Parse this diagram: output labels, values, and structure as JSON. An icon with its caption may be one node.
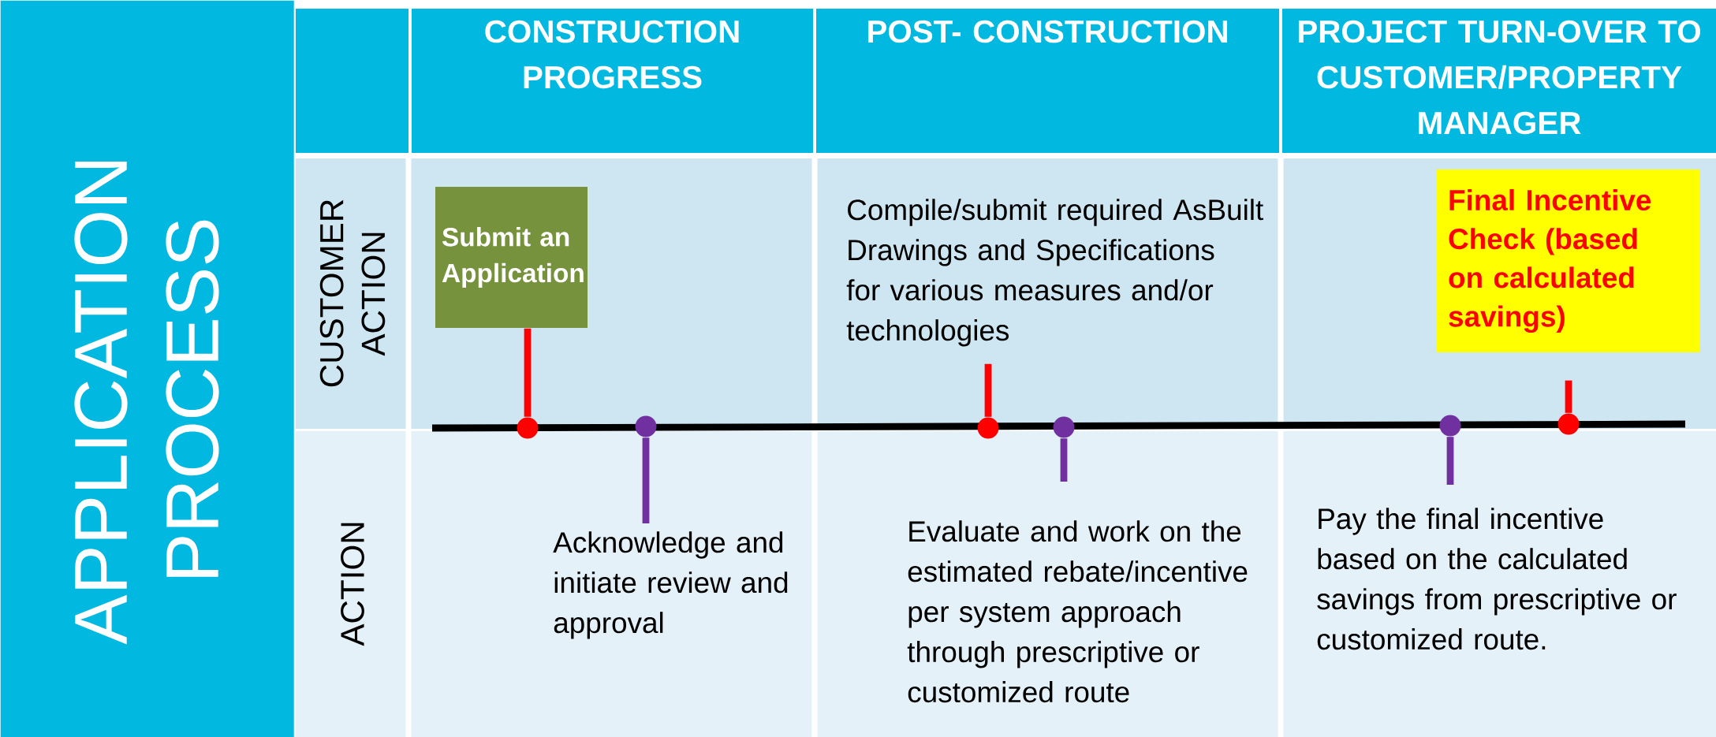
{
  "diagram": {
    "nodes": [
      {
        "text": [
          "APPLICATION PROCESS"
        ]
      },
      {
        "text": [
          "CONSTRUCTION PROGRESS"
        ]
      },
      {
        "text": [
          "POST- CONSTRUCTION"
        ]
      },
      {
        "text": [
          "PROJECT TURN-OVER TO CUSTOMER/PROPERTY MANAGER"
        ]
      },
      {
        "text": [
          "CUSTOMER ACTION"
        ]
      },
      {
        "text": [
          "ACTION"
        ]
      },
      {
        "text": [
          "Submit an Application"
        ]
      },
      {
        "text": [
          "Compile/submit required AsBuilt Drawings and Specifications for various measures and/or technologies"
        ]
      },
      {
        "text": [
          "Final Incentive Check (based on calculated savings)"
        ]
      },
      {
        "text": [
          "Acknowledge and initiate review and approval"
        ]
      },
      {
        "text": [
          "Evaluate and work on the estimated rebate/incentive per system approach through prescriptive or customized route"
        ]
      },
      {
        "text": [
          "Pay the final incentive based on the calculated savings from prescriptive or customized route."
        ]
      },
      {
        "text": [],
        "shape": "circle"
      },
      {
        "text": [],
        "shape": "circle"
      },
      {
        "text": [],
        "shape": "circle"
      },
      {
        "text": [],
        "shape": "circle"
      },
      {
        "text": [],
        "shape": "circle"
      },
      {
        "text": [],
        "shape": "circle"
      }
    ],
    "edges": [
      {
        "from": 12,
        "to": 6,
        "arrow": "none",
        "color": "#ff0000"
      },
      {
        "from": 13,
        "to": 9,
        "arrow": "none",
        "color": "#7030a0"
      },
      {
        "from": 14,
        "to": 7,
        "arrow": "none",
        "color": "#ff0000"
      },
      {
        "from": 15,
        "to": 10,
        "arrow": "none",
        "color": "#7030a0"
      },
      {
        "from": 16,
        "to": 11,
        "arrow": "none",
        "color": "#7030a0"
      },
      {
        "from": 17,
        "to": 8,
        "arrow": "none",
        "color": "#ff0000"
      }
    ]
  }
}
